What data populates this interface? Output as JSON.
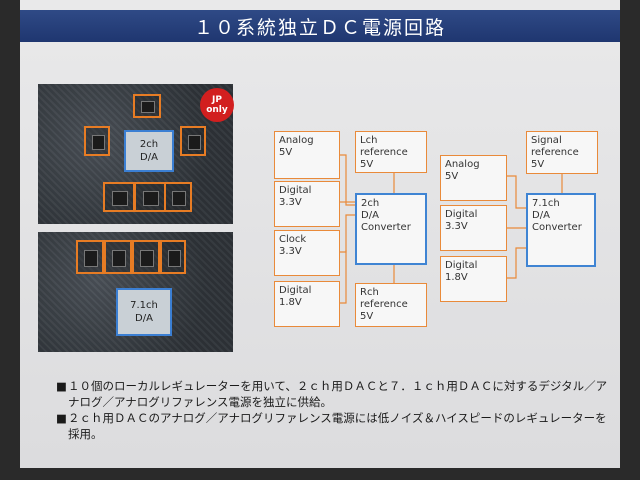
{
  "title": "１０系統独立ＤＣ電源回路",
  "photo": {
    "badge_line1": "JP",
    "badge_line2": "only",
    "chip1_line1": "2ch",
    "chip1_line2": "D/A",
    "chip2_line1": "7.1ch",
    "chip2_line2": "D/A"
  },
  "group1": {
    "inputs": [
      {
        "line1": "Analog",
        "line2": "5V"
      },
      {
        "line1": "Digital",
        "line2": "3.3V"
      },
      {
        "line1": "Clock",
        "line2": "3.3V"
      },
      {
        "line1": "Digital",
        "line2": "1.8V"
      }
    ],
    "lch": {
      "line1": "Lch",
      "line2": "reference",
      "line3": "5V"
    },
    "converter": {
      "line1": "2ch",
      "line2": "D/A",
      "line3": "Converter"
    },
    "rch": {
      "line1": "Rch",
      "line2": "reference",
      "line3": "5V"
    }
  },
  "group2": {
    "inputs": [
      {
        "line1": "Analog",
        "line2": "5V"
      },
      {
        "line1": "Digital",
        "line2": "3.3V"
      },
      {
        "line1": "Digital",
        "line2": "1.8V"
      }
    ],
    "signal": {
      "line1": "Signal",
      "line2": "reference",
      "line3": "5V"
    },
    "converter": {
      "line1": "7.1ch",
      "line2": "D/A",
      "line3": "Converter"
    }
  },
  "notes": [
    "１０個のローカルレギュレーターを用いて、２ｃｈ用ＤＡＣと７．１ｃｈ用ＤＡＣに対するデジタル／アナログ／アナログリファレンス電源を独立に供給。",
    "２ｃｈ用ＤＡＣのアナログ／アナログリファレンス電源には低ノイズ＆ハイスピードのレギュレーターを採用。"
  ],
  "colors": {
    "title_bg": "#24407b",
    "regulator_border": "#e98a3a",
    "converter_border": "#3f84d3",
    "badge": "#d21f1f"
  }
}
